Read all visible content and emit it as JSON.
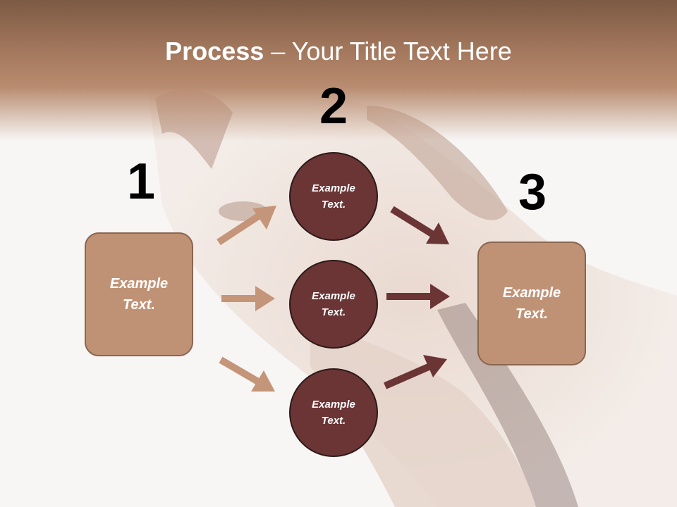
{
  "slide": {
    "title_strong": "Process",
    "title_rest": " – Your Title Text Here"
  },
  "steps": {
    "num_1": "1",
    "num_2": "2",
    "num_3": "3"
  },
  "boxes": {
    "left": "Example\nText.",
    "right": "Example\nText."
  },
  "circles": [
    {
      "label": "Example\nText."
    },
    {
      "label": "Example\nText."
    },
    {
      "label": "Example\nText."
    }
  ],
  "colors": {
    "header": "#a77b60",
    "box_fill": "#c09275",
    "circle_fill": "#6b3435",
    "arrow_light": "#c49578",
    "arrow_dark": "#6b3435"
  }
}
